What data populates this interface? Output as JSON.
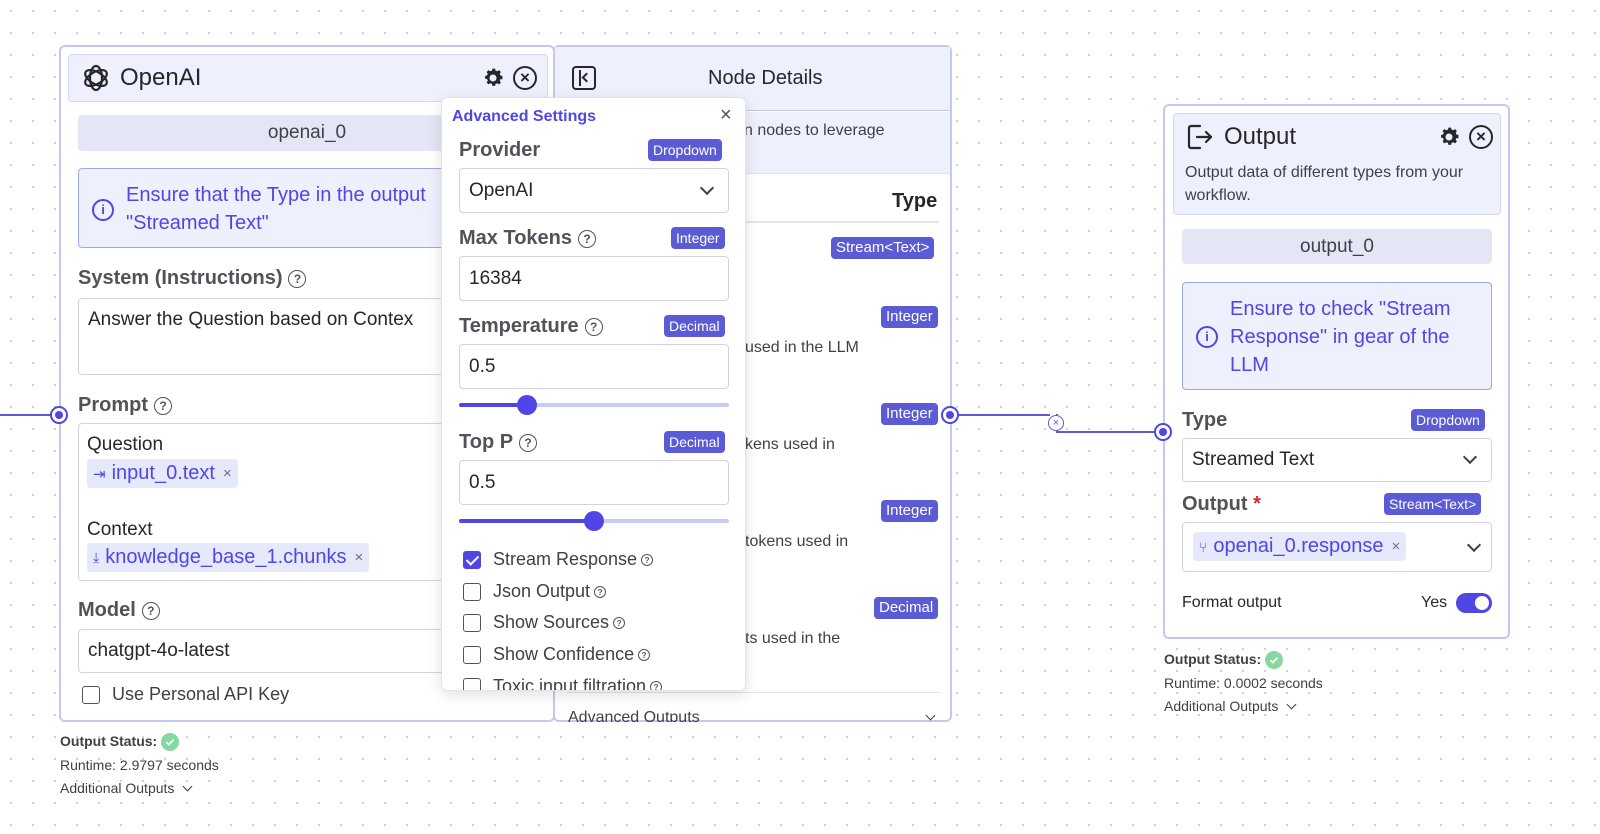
{
  "openai_node": {
    "title": "OpenAI",
    "node_id": "openai_0",
    "info": "Ensure that the Type in the output \"Streamed Text\"",
    "system_label": "System (Instructions)",
    "system_value": "Answer the Question based on Contex",
    "prompt_label": "Prompt",
    "prompt_question_label": "Question",
    "prompt_question_chip": "input_0.text",
    "prompt_context_label": "Context",
    "prompt_context_chip": "knowledge_base_1.chunks",
    "model_label": "Model",
    "model_value": "chatgpt-4o-latest",
    "personal_key_label": "Use Personal API Key",
    "status_label": "Output Status:",
    "runtime": "Runtime: 2.9797 seconds",
    "additional_outputs": "Additional Outputs"
  },
  "node_details": {
    "title": "Node Details",
    "desc_fragment": "n nodes to leverage",
    "type_header": "Type",
    "rows": [
      {
        "badge": "Stream<Text>",
        "text": ""
      },
      {
        "badge": "Integer",
        "text": "used in the LLM"
      },
      {
        "badge": "Integer",
        "text": "kens used in"
      },
      {
        "badge": "Integer",
        "text": "tokens used in"
      },
      {
        "badge": "Decimal",
        "text": "ts used in the"
      }
    ],
    "advanced_outputs": "Advanced Outputs"
  },
  "advanced_settings": {
    "title": "Advanced Settings",
    "provider_label": "Provider",
    "provider_badge": "Dropdown",
    "provider_value": "OpenAI",
    "max_tokens_label": "Max Tokens",
    "max_tokens_badge": "Integer",
    "max_tokens_value": "16384",
    "temperature_label": "Temperature",
    "temperature_badge": "Decimal",
    "temperature_value": "0.5",
    "temperature_level": 0.25,
    "top_p_label": "Top P",
    "top_p_badge": "Decimal",
    "top_p_value": "0.5",
    "top_p_level": 0.5,
    "options": [
      {
        "label": "Stream Response",
        "checked": true
      },
      {
        "label": "Json Output",
        "checked": false
      },
      {
        "label": "Show Sources",
        "checked": false
      },
      {
        "label": "Show Confidence",
        "checked": false
      },
      {
        "label": "Toxic input filtration",
        "checked": false
      }
    ]
  },
  "output_node": {
    "title": "Output",
    "description": "Output data of different types from your workflow.",
    "node_id": "output_0",
    "info": "Ensure to check \"Stream Response\" in gear of the LLM",
    "type_label": "Type",
    "type_badge": "Dropdown",
    "type_value": "Streamed Text",
    "output_label": "Output",
    "output_required": "*",
    "output_badge": "Stream<Text>",
    "output_chip": "openai_0.response",
    "format_label": "Format output",
    "format_value": "Yes",
    "format_on": true,
    "status_label": "Output Status:",
    "runtime": "Runtime: 0.0002 seconds",
    "additional_outputs": "Additional Outputs"
  },
  "colors": {
    "accent": "#4f46e5",
    "badge": "#5b5bd6",
    "border": "#c5c7f3",
    "success": "#86d8a0"
  }
}
